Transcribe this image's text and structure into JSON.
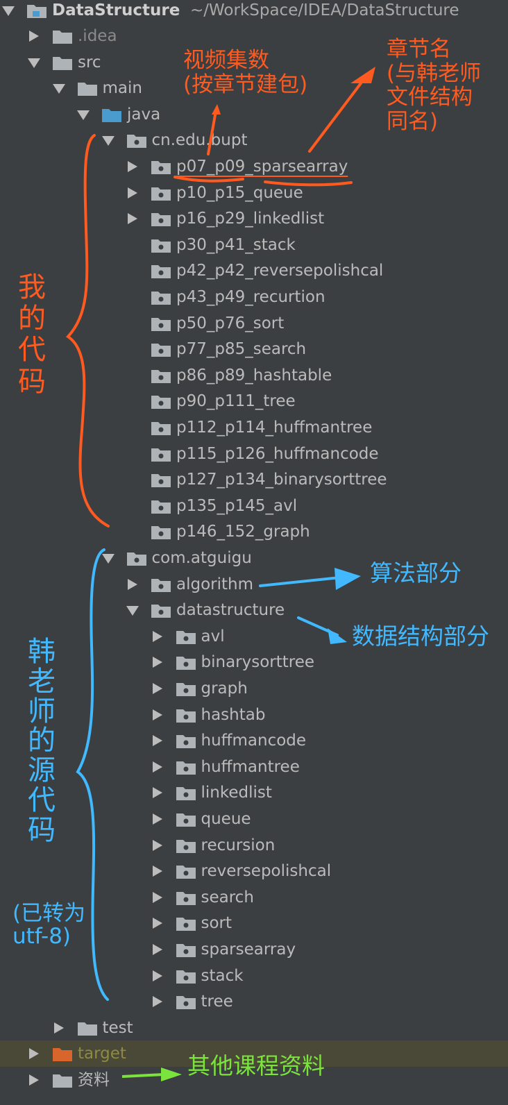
{
  "tree": {
    "project_name": "DataStructure",
    "project_path": "~/WorkSpace/IDEA/DataStructure",
    "nodes": [
      {
        "label": ".idea",
        "depth": 1,
        "expand": "collapsed",
        "icon": "folder-icon",
        "style": "dim"
      },
      {
        "label": "src",
        "depth": 1,
        "expand": "expanded",
        "icon": "folder-icon"
      },
      {
        "label": "main",
        "depth": 2,
        "expand": "expanded",
        "icon": "folder-icon"
      },
      {
        "label": "java",
        "depth": 3,
        "expand": "expanded",
        "icon": "source-folder-icon"
      },
      {
        "label": "cn.edu.bupt",
        "depth": 4,
        "expand": "expanded",
        "icon": "package-icon"
      },
      {
        "label": "p07_p09_sparsearray",
        "depth": 5,
        "expand": "collapsed",
        "icon": "package-icon",
        "underline": true
      },
      {
        "label": "p10_p15_queue",
        "depth": 5,
        "expand": "collapsed",
        "icon": "package-icon"
      },
      {
        "label": "p16_p29_linkedlist",
        "depth": 5,
        "expand": "collapsed",
        "icon": "package-icon"
      },
      {
        "label": "p30_p41_stack",
        "depth": 5,
        "expand": "none",
        "icon": "package-icon"
      },
      {
        "label": "p42_p42_reversepolishcal",
        "depth": 5,
        "expand": "none",
        "icon": "package-icon"
      },
      {
        "label": "p43_p49_recurtion",
        "depth": 5,
        "expand": "none",
        "icon": "package-icon"
      },
      {
        "label": "p50_p76_sort",
        "depth": 5,
        "expand": "none",
        "icon": "package-icon"
      },
      {
        "label": "p77_p85_search",
        "depth": 5,
        "expand": "none",
        "icon": "package-icon"
      },
      {
        "label": "p86_p89_hashtable",
        "depth": 5,
        "expand": "none",
        "icon": "package-icon"
      },
      {
        "label": "p90_p111_tree",
        "depth": 5,
        "expand": "none",
        "icon": "package-icon"
      },
      {
        "label": "p112_p114_huffmantree",
        "depth": 5,
        "expand": "none",
        "icon": "package-icon"
      },
      {
        "label": "p115_p126_huffmancode",
        "depth": 5,
        "expand": "none",
        "icon": "package-icon"
      },
      {
        "label": "p127_p134_binarysorttree",
        "depth": 5,
        "expand": "none",
        "icon": "package-icon"
      },
      {
        "label": "p135_p145_avl",
        "depth": 5,
        "expand": "none",
        "icon": "package-icon"
      },
      {
        "label": "p146_152_graph",
        "depth": 5,
        "expand": "none",
        "icon": "package-icon"
      },
      {
        "label": "com.atguigu",
        "depth": 4,
        "expand": "expanded",
        "icon": "package-icon"
      },
      {
        "label": "algorithm",
        "depth": 5,
        "expand": "collapsed",
        "icon": "package-icon"
      },
      {
        "label": "datastructure",
        "depth": 5,
        "expand": "expanded",
        "icon": "package-icon"
      },
      {
        "label": "avl",
        "depth": 6,
        "expand": "collapsed",
        "icon": "package-icon"
      },
      {
        "label": "binarysorttree",
        "depth": 6,
        "expand": "collapsed",
        "icon": "package-icon"
      },
      {
        "label": "graph",
        "depth": 6,
        "expand": "collapsed",
        "icon": "package-icon"
      },
      {
        "label": "hashtab",
        "depth": 6,
        "expand": "collapsed",
        "icon": "package-icon"
      },
      {
        "label": "huffmancode",
        "depth": 6,
        "expand": "collapsed",
        "icon": "package-icon"
      },
      {
        "label": "huffmantree",
        "depth": 6,
        "expand": "collapsed",
        "icon": "package-icon"
      },
      {
        "label": "linkedlist",
        "depth": 6,
        "expand": "collapsed",
        "icon": "package-icon"
      },
      {
        "label": "queue",
        "depth": 6,
        "expand": "collapsed",
        "icon": "package-icon"
      },
      {
        "label": "recursion",
        "depth": 6,
        "expand": "collapsed",
        "icon": "package-icon"
      },
      {
        "label": "reversepolishcal",
        "depth": 6,
        "expand": "collapsed",
        "icon": "package-icon"
      },
      {
        "label": "search",
        "depth": 6,
        "expand": "collapsed",
        "icon": "package-icon"
      },
      {
        "label": "sort",
        "depth": 6,
        "expand": "collapsed",
        "icon": "package-icon"
      },
      {
        "label": "sparsearray",
        "depth": 6,
        "expand": "collapsed",
        "icon": "package-icon"
      },
      {
        "label": "stack",
        "depth": 6,
        "expand": "collapsed",
        "icon": "package-icon"
      },
      {
        "label": "tree",
        "depth": 6,
        "expand": "collapsed",
        "icon": "package-icon"
      },
      {
        "label": "test",
        "depth": 2,
        "expand": "collapsed",
        "icon": "folder-icon"
      },
      {
        "label": "target",
        "depth": 1,
        "expand": "collapsed",
        "icon": "excluded-folder-icon",
        "style": "olive",
        "selected": true
      },
      {
        "label": "资料",
        "depth": 1,
        "expand": "collapsed",
        "icon": "folder-icon"
      }
    ]
  },
  "annotations": {
    "episode_count": "视频集数\n(按章节建包)",
    "chapter_name": "章节名\n(与韩老师\n文件结构\n同名)",
    "my_code": "我\n的\n代\n码",
    "teacher_code": "韩\n老\n师\n的\n源\n代\n码",
    "converted_note": "(已转为\nutf-8)",
    "algorithm_part": "算法部分",
    "datastructure_part": "数据结构部分",
    "other_materials": "其他课程资料"
  },
  "colors": {
    "background": "#3c3f41",
    "text": "#bbbbbb",
    "folder": "#aeb3b8",
    "source_folder": "#4a9ccf",
    "excluded_folder": "#d8662c",
    "annotation_orange": "#ff5a1f",
    "annotation_blue": "#42b9ff",
    "annotation_green": "#7be33e"
  }
}
